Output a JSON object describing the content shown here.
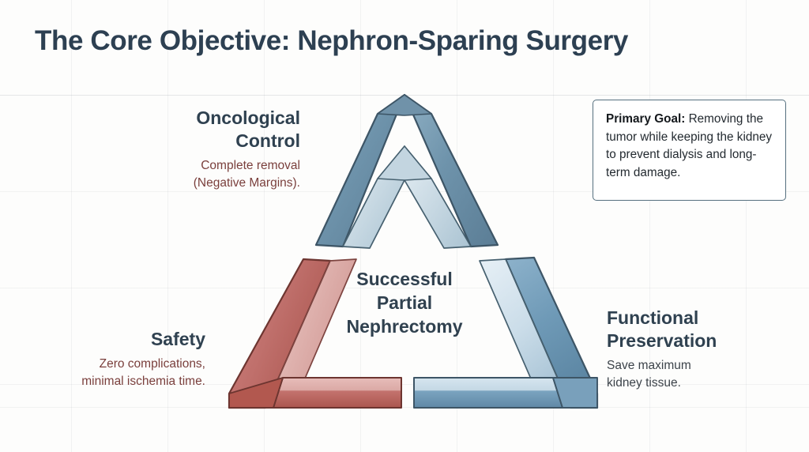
{
  "page": {
    "title": "The Core Objective: Nephron-Sparing Surgery",
    "background_color": "#fdfdfc"
  },
  "center": {
    "line1": "Successful",
    "line2": "Partial",
    "line3": "Nephrectomy"
  },
  "callout": {
    "label": "Primary Goal:",
    "body": " Removing the tumor while keeping the kidney to prevent dialysis and long-term damage.",
    "border_color": "#56707f"
  },
  "nodes": [
    {
      "id": "oncological-control",
      "title_line1": "Oncological",
      "title_line2": "Control",
      "desc_line1": "Complete removal",
      "desc_line2": "(Negative Margins).",
      "accent_color": "#6f93aa",
      "desc_color": "#7a3f3c"
    },
    {
      "id": "safety",
      "title_line1": "Safety",
      "title_line2": "",
      "desc_line1": "Zero complications,",
      "desc_line2": "minimal ischemia time.",
      "accent_color": "#c0706c",
      "desc_color": "#7a3f3c"
    },
    {
      "id": "functional-preservation",
      "title_line1": "Functional",
      "title_line2": "Preservation",
      "desc_line1": "Save maximum",
      "desc_line2": "kidney tissue.",
      "accent_color": "#6f9ab7",
      "desc_color": "#3c434a"
    }
  ],
  "diagram": {
    "shape": "triangle",
    "segment_count": 3,
    "colors": {
      "blue_dark": "#5f8099",
      "blue_mid": "#7ea3ba",
      "blue_light": "#c6d7e2",
      "blue_pale": "#dce8f0",
      "red_dark": "#b3564f",
      "red_mid": "#c8807b",
      "red_light": "#e0b4b0",
      "red_pale": "#eccfcc",
      "stroke_blue": "#3d5566",
      "stroke_red": "#6d3530",
      "title_color": "#2d4052"
    }
  }
}
